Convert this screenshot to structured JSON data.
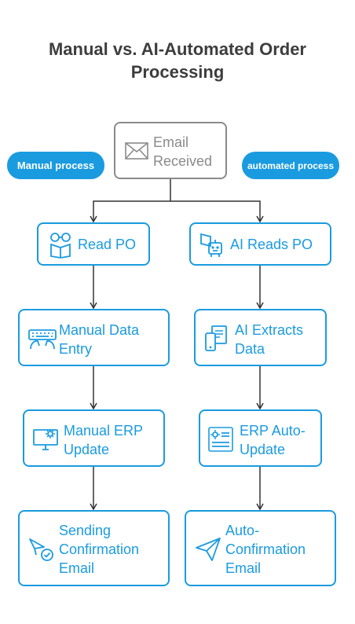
{
  "title_line1": "Manual vs. AI-Automated Order",
  "title_line2": "Processing",
  "start": {
    "line1": "Email",
    "line2": "Received",
    "icon": "envelope-icon"
  },
  "labels": {
    "manual": "Manual process",
    "automated": "automated process"
  },
  "manual_steps": [
    {
      "lines": [
        "Read PO"
      ],
      "icon": "reading-glasses-icon"
    },
    {
      "lines": [
        "Manual Data",
        "Entry"
      ],
      "icon": "keyboard-hands-icon"
    },
    {
      "lines": [
        "Manual ERP",
        "Update"
      ],
      "icon": "monitor-gear-icon"
    },
    {
      "lines": [
        "Sending",
        "Confirmation",
        "Email"
      ],
      "icon": "send-check-icon"
    }
  ],
  "ai_steps": [
    {
      "lines": [
        "AI Reads PO"
      ],
      "icon": "robot-book-icon"
    },
    {
      "lines": [
        "AI Extracts",
        "Data"
      ],
      "icon": "phone-document-icon"
    },
    {
      "lines": [
        "ERP Auto-",
        "Update"
      ],
      "icon": "gear-list-icon"
    },
    {
      "lines": [
        "Auto-",
        "Confirmation",
        "Email"
      ],
      "icon": "paper-plane-icon"
    }
  ],
  "colors": {
    "accent": "#1a9be0",
    "gray": "#8a8a8a",
    "title": "#3d3d3d",
    "line": "#333333"
  }
}
